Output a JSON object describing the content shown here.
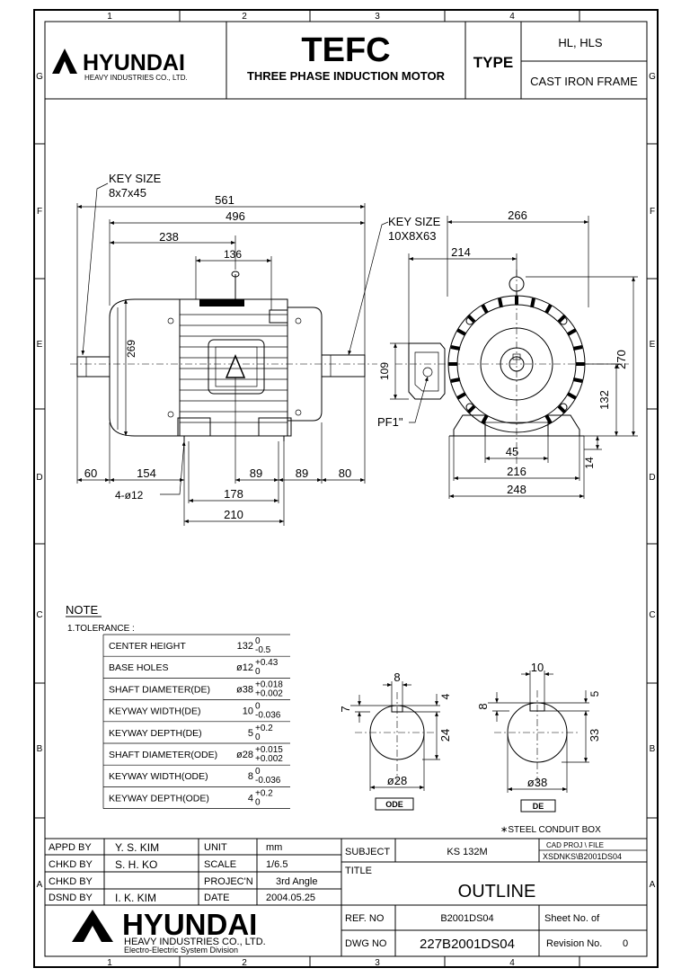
{
  "grid": {
    "cols": [
      "1",
      "2",
      "3",
      "4"
    ],
    "rows": [
      "G",
      "F",
      "E",
      "D",
      "C",
      "B",
      "A"
    ]
  },
  "header": {
    "brand": "HYUNDAI",
    "brand_sub": "HEAVY INDUSTRIES CO., LTD.",
    "title": "TEFC",
    "subtitle": "THREE PHASE INDUCTION MOTOR",
    "type_label": "TYPE",
    "type_value": "HL, HLS",
    "frame": "CAST IRON FRAME"
  },
  "side_view": {
    "key_size_label": "KEY SIZE",
    "key_size_value": "8x7x45",
    "dims": {
      "overall": "561",
      "body": "496",
      "to_center": "238",
      "box_width": "136",
      "height": "269",
      "shaft_ode": "60",
      "d154": "154",
      "d89a": "89",
      "d89b": "89",
      "shaft_de": "80",
      "holes": "4-ø12",
      "d178": "178",
      "d210": "210"
    }
  },
  "front_view": {
    "key_size_label": "KEY SIZE",
    "key_size_value": "10X8X63",
    "conduit": "PF1\"",
    "dims": {
      "width266": "266",
      "d214": "214",
      "d109": "109",
      "height270": "270",
      "center132": "132",
      "d45": "45",
      "d216": "216",
      "d14": "14",
      "d248": "248"
    }
  },
  "note": {
    "title": "NOTE",
    "tolerance_label": "1.TOLERANCE :",
    "rows": [
      {
        "label": "CENTER HEIGHT",
        "value": "132",
        "upper": "0",
        "lower": "-0.5"
      },
      {
        "label": "BASE HOLES",
        "value": "ø12",
        "upper": "+0.43",
        "lower": "0"
      },
      {
        "label": "SHAFT DIAMETER(DE)",
        "value": "ø38",
        "upper": "+0.018",
        "lower": "+0.002"
      },
      {
        "label": "KEYWAY WIDTH(DE)",
        "value": "10",
        "upper": "0",
        "lower": "-0.036"
      },
      {
        "label": "KEYWAY DEPTH(DE)",
        "value": "5",
        "upper": "+0.2",
        "lower": "0"
      },
      {
        "label": "SHAFT DIAMETER(ODE)",
        "value": "ø28",
        "upper": "+0.015",
        "lower": "+0.002"
      },
      {
        "label": "KEYWAY WIDTH(ODE)",
        "value": "8",
        "upper": "0",
        "lower": "-0.036"
      },
      {
        "label": "KEYWAY DEPTH(ODE)",
        "value": "4",
        "upper": "+0.2",
        "lower": "0"
      }
    ]
  },
  "shaft_ode": {
    "width": "8",
    "depth": "4",
    "offset": "7",
    "height": "24",
    "diameter": "ø28",
    "tag": "ODE"
  },
  "shaft_de": {
    "width": "10",
    "depth": "5",
    "offset": "8",
    "height": "33",
    "diameter": "ø38",
    "tag": "DE"
  },
  "conduit_note": "∗STEEL CONDUIT BOX",
  "title_block": {
    "appd_label": "APPD BY",
    "appd_value": "Y. S. KIM",
    "chkd1_label": "CHKD BY",
    "chkd1_value": "S. H. KO",
    "chkd2_label": "CHKD BY",
    "chkd2_value": "",
    "dsnd_label": "DSND BY",
    "dsnd_value": "I. K. KIM",
    "unit_label": "UNIT",
    "unit_value": "mm",
    "scale_label": "SCALE",
    "scale_value": "1/6.5",
    "projection_label": "PROJEC'N",
    "projection_value": "3rd Angle",
    "date_label": "DATE",
    "date_value": "2004.05.25",
    "subject_label": "SUBJECT",
    "subject_value": "KS 132M",
    "cad_label": "CAD PROJ    \\ FILE",
    "cad_value": "XSDNKS\\B2001DS04",
    "title_label": "TITLE",
    "title_value": "OUTLINE",
    "ref_label": "REF. NO",
    "ref_value": "B2001DS04",
    "sheet_label": "Sheet No.     of",
    "dwg_label": "DWG NO",
    "dwg_value": "227B2001DS04",
    "revision_label": "Revision No.",
    "revision_value": "0",
    "brand": "HYUNDAI",
    "brand_sub1": "HEAVY INDUSTRIES CO., LTD.",
    "brand_sub2": "Electro-Electric System Division"
  }
}
